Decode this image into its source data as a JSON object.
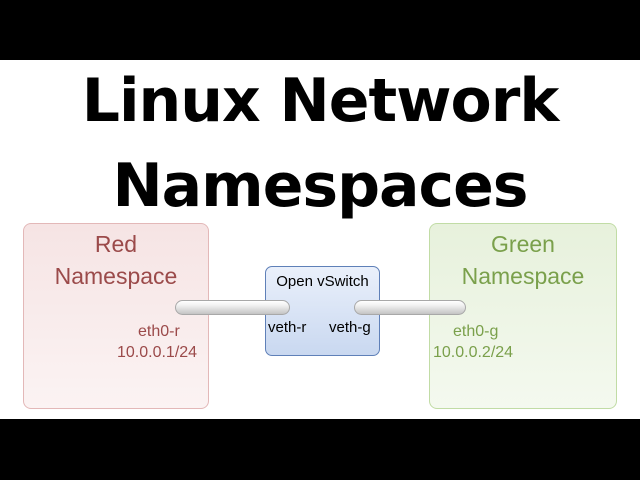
{
  "title": {
    "line1": "Linux Network",
    "line2": "Namespaces"
  },
  "red_namespace": {
    "name_line1": "Red",
    "name_line2": "Namespace",
    "interface": "eth0-r",
    "ip": "10.0.0.1/24",
    "color": "#9b4a4a"
  },
  "green_namespace": {
    "name_line1": "Green",
    "name_line2": "Namespace",
    "interface": "eth0-g",
    "ip": "10.0.0.2/24",
    "color": "#7aa04b"
  },
  "switch": {
    "title": "Open vSwitch",
    "port_red": "veth-r",
    "port_green": "veth-g",
    "border_color": "#5f80b8"
  },
  "colors": {
    "frame": "#000000",
    "background": "#ffffff"
  }
}
